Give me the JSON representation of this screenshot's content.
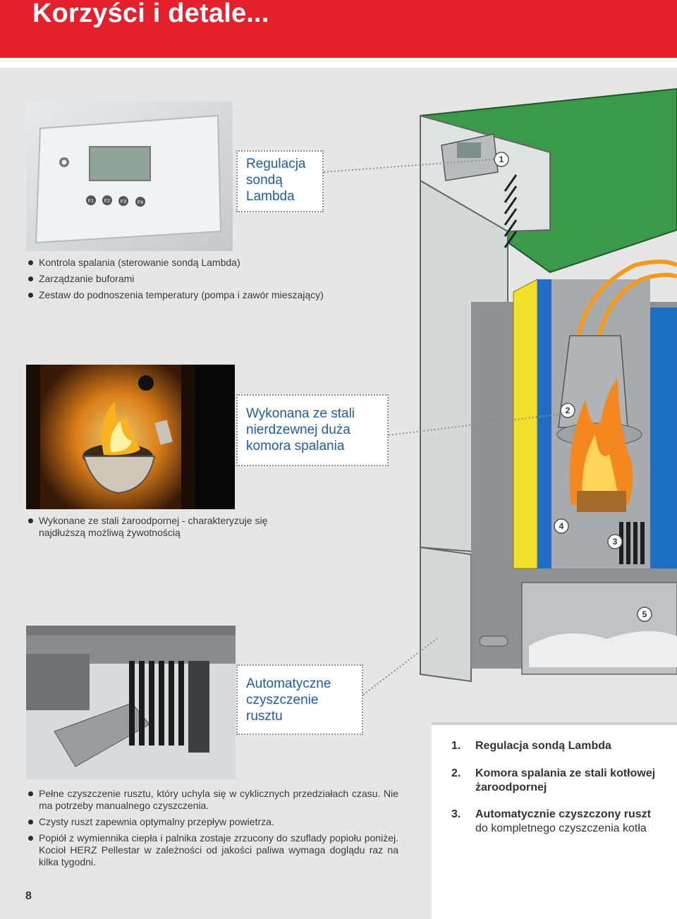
{
  "header": {
    "title": "Korzyści i detale..."
  },
  "section1": {
    "panel_keys": [
      "F1",
      "F2",
      "F3",
      "F4"
    ],
    "callout": "Regulacja\nsondą\nLambda",
    "bullets": [
      "Kontrola spalania (sterowanie sondą Lambda)",
      "Zarządzanie buforami",
      "Zestaw do podnoszenia temperatury (pompa i zawór mieszający)"
    ]
  },
  "section2": {
    "callout": "Wykonana ze stali\nnierdzewnej duża\nkomora spalania",
    "bullets": [
      "Wykonane ze stali żaroodpornej - charakteryzuje się najdłuższą możliwą żywotnością"
    ]
  },
  "section3": {
    "callout": "Automatyczne\nczyszczenie\nrusztu",
    "bullets": [
      "Pełne czyszczenie rusztu, który uchyla się w cyklicznych przedziałach czasu. Nie ma potrzeby manualnego czyszczenia.",
      "Czysty ruszt zapewnia optymalny przepływ powietrza.",
      "Popiół z wymiennika ciepła i palnika zostaje zrzucony do szuflady popiołu poniżej. Kocioł HERZ Pellestar w zależności od jakości paliwa wymaga doglądu raz na kilka tygodni."
    ]
  },
  "diagram": {
    "badges": [
      "1",
      "2",
      "4",
      "3",
      "5"
    ]
  },
  "legend": [
    {
      "num": "1.",
      "bold": "Regulacja sondą Lambda",
      "rest": ""
    },
    {
      "num": "2.",
      "bold": "Komora spalania ze stali kotłowej żaroodpornej",
      "rest": ""
    },
    {
      "num": "3.",
      "bold": "Automatycznie czyszczony ruszt",
      "rest": "do kompletnego czyszczenia kotła"
    }
  ],
  "page_number": "8",
  "colors": {
    "header_red": "#e3202b",
    "callout_blue": "#1f5ca8",
    "boiler_green": "#3a9a4a",
    "insulation_yellow": "#f2df2a",
    "water_blue": "#1e6fc4",
    "flame_orange": "#f39a1e"
  }
}
